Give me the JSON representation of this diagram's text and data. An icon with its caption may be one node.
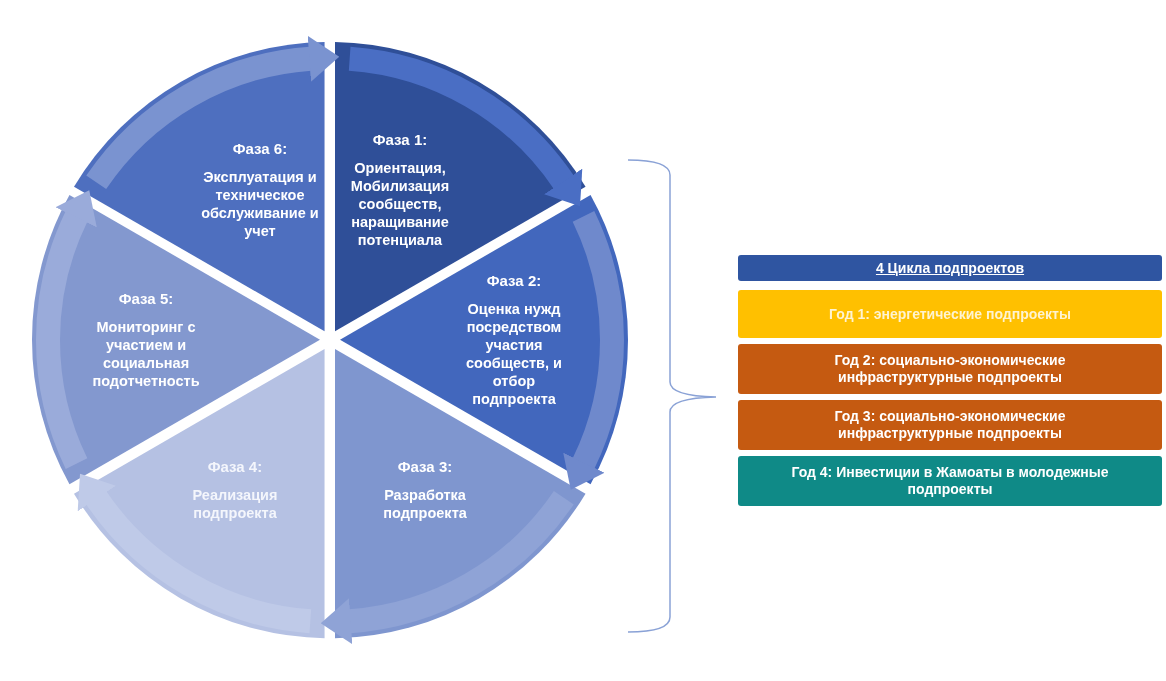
{
  "diagram": {
    "nodes": [
      {
        "text": [
          "Фаза 1:",
          "Ориентация, Мобилизация сообществ, наращивание потенциала"
        ]
      },
      {
        "text": [
          "Фаза 2:",
          "Оценка нужд посредством участия сообществ, и отбор подпроекта"
        ]
      },
      {
        "text": [
          "Фаза 3:",
          "Разработка подпроекта"
        ]
      },
      {
        "text": [
          "Фаза 4:",
          "Реализация подпроекта"
        ]
      },
      {
        "text": [
          "Фаза 5:",
          "Мониторинг с участием и социальная подотчетность"
        ]
      },
      {
        "text": [
          "Фаза 6:",
          "Эксплуатация и техническое обслуживание и учет"
        ]
      },
      {
        "text": [
          "4 Цикла подпроектов"
        ]
      },
      {
        "text": [
          "Год 1: энергетические подпроекты"
        ]
      },
      {
        "text": [
          "Год  2: социально-экономические инфраструктурные подпроекты"
        ]
      },
      {
        "text": [
          "Год 3: социально-экономические инфраструктурные подпроекты"
        ]
      },
      {
        "text": [
          "Год 4: Инвестиции в Жамоаты в молодежные подпроекты"
        ]
      }
    ],
    "edges": [
      {
        "from": 0,
        "to": 1,
        "arrow": "to",
        "color": "#4a6ec4"
      },
      {
        "from": 1,
        "to": 2,
        "arrow": "to",
        "color": "#6f89cc"
      },
      {
        "from": 2,
        "to": 3,
        "arrow": "to",
        "color": "#8fa3d6"
      },
      {
        "from": 3,
        "to": 4,
        "arrow": "to",
        "color": "#bfcae8"
      },
      {
        "from": 4,
        "to": 5,
        "arrow": "to",
        "color": "#9aabda"
      },
      {
        "from": 5,
        "to": 0,
        "arrow": "to",
        "color": "#7a93d0"
      }
    ]
  }
}
